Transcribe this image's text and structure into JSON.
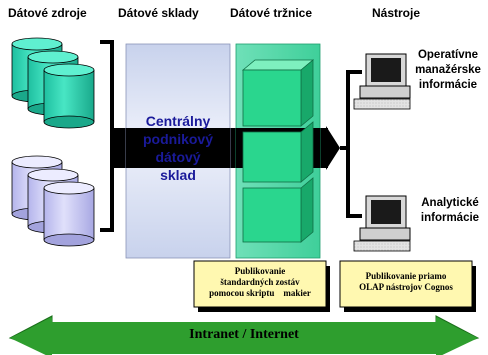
{
  "headers": {
    "sources": "Dátové zdroje",
    "warehouses": "Dátové sklady",
    "marts": "Dátové tržnice",
    "tools": "Nástroje"
  },
  "warehouse": {
    "lines": [
      "Centrálny",
      "podnikový",
      "dátový",
      "sklad"
    ]
  },
  "tools": [
    {
      "lines": [
        "Operatívne",
        "manažérske",
        "informácie"
      ]
    },
    {
      "lines": [
        "Analytické",
        "informácie"
      ]
    }
  ],
  "publishing": [
    {
      "lines": [
        "Publikovanie",
        "štandardných zostáv",
        "pomocou skriptu    makier"
      ]
    },
    {
      "lines": [
        "Publikovanie priamo",
        "OLAP nástrojov Cognos"
      ]
    }
  ],
  "network": {
    "label": "Intranet / Internet"
  },
  "colors": {
    "source_top": "#33d9b5",
    "source_bottom": "#c9c9f5",
    "mart": "#29d98a",
    "publish_box": "#fff8b0",
    "network": "#2e9e2e",
    "warehouse_text": "#1a1a9a"
  }
}
